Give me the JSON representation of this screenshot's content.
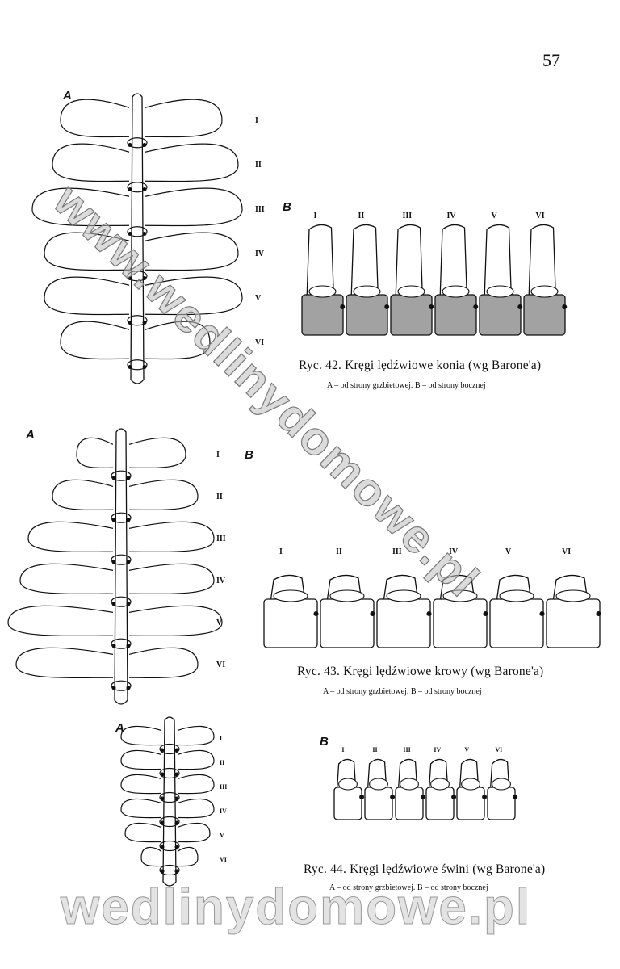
{
  "page_number": "57",
  "watermark_diagonal": "www.wedlinydomowe.pl",
  "watermark_bottom": "wedlinydomowe.pl",
  "roman_labels": [
    "I",
    "II",
    "III",
    "IV",
    "V",
    "VI"
  ],
  "figures": [
    {
      "label_a": "A",
      "label_b": "B",
      "caption": "Ryc. 42. Kręgi lędźwiowe konia (wg Barone'a)",
      "subcaption": "A – od strony grzbietowej. B – od strony bocznej"
    },
    {
      "label_a": "A",
      "label_b": "B",
      "caption": "Ryc. 43. Kręgi lędźwiowe krowy (wg Barone'a)",
      "subcaption": "A – od strony grzbietowej. B – od strony bocznej"
    },
    {
      "label_a": "A",
      "label_b": "B",
      "caption": "Ryc. 44. Kręgi lędźwiowe świni (wg Barone'a)",
      "subcaption": "A – od strony grzbietowej. B – od strony bocznej"
    }
  ]
}
